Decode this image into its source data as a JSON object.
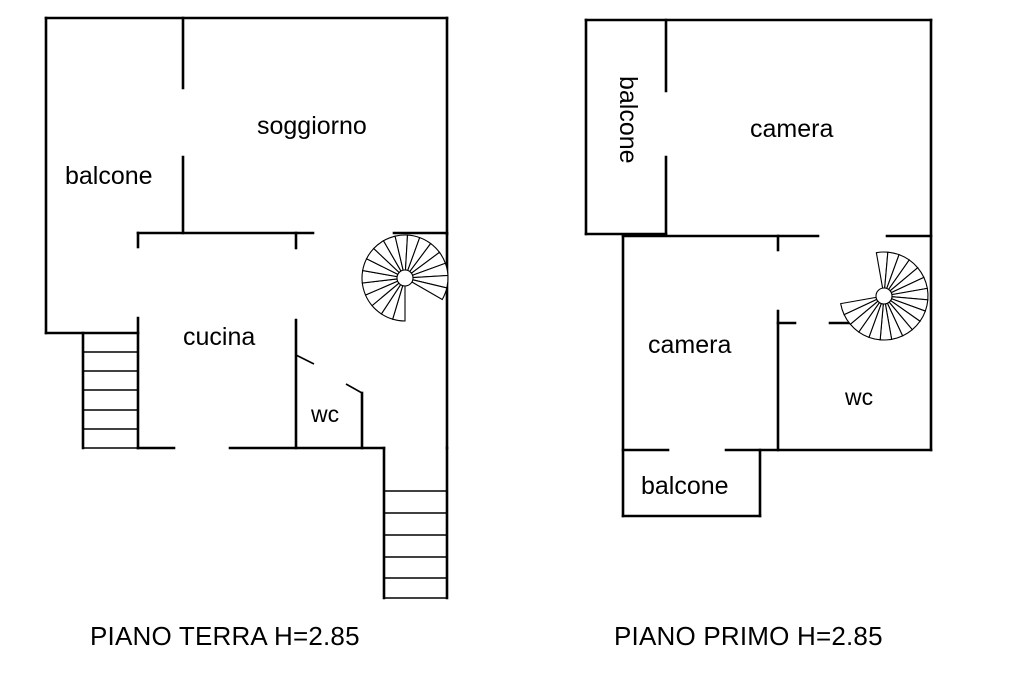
{
  "ground_floor": {
    "rooms": {
      "balcone": "balcone",
      "soggiorno": "soggiorno",
      "cucina": "cucina",
      "wc": "wc"
    },
    "caption": "PIANO TERRA H=2.85"
  },
  "first_floor": {
    "rooms": {
      "balcone_side": "balcone",
      "camera_top": "camera",
      "camera_left": "camera",
      "wc": "wc",
      "balcone_bottom": "balcone"
    },
    "caption": "PIANO PRIMO H=2.85"
  }
}
